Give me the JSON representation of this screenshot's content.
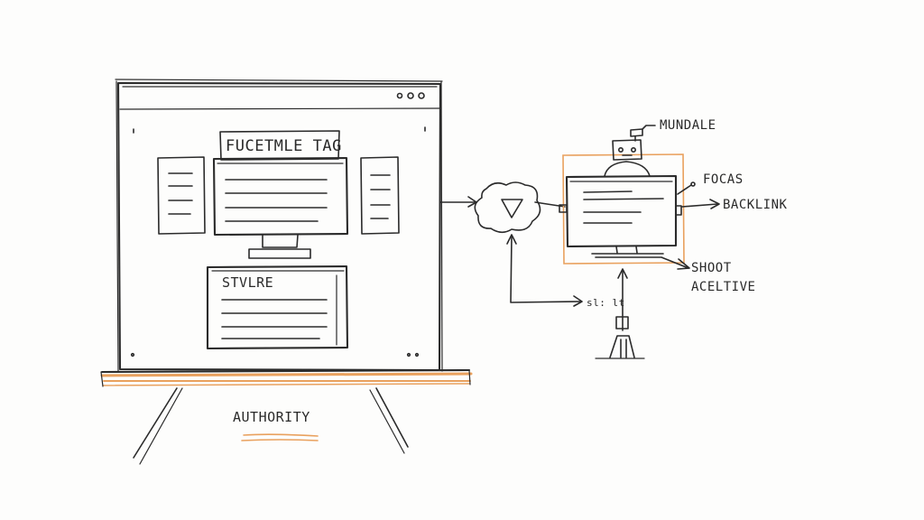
{
  "labels": {
    "page_title": "FUCETMLE TAG",
    "structure": "STVLRE",
    "authority": "AUTHORITY",
    "mundale": "MUNDALE",
    "focas": "FOCAS",
    "backlink": "BACKLINK",
    "shoot": "SHOOT",
    "acetive": "ACELTIVE",
    "small_note": "sl: lt"
  },
  "colors": {
    "ink": "#2b2b2b",
    "accent_orange": "#e9a15e",
    "paper": "#fdfdfc"
  }
}
